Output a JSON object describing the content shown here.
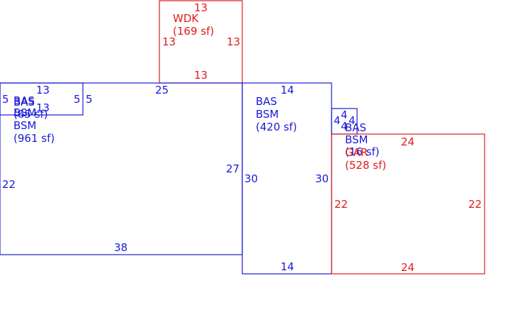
{
  "colors": {
    "living": "#1a1ad6",
    "exterior": "#e01b1b"
  },
  "areas": {
    "wdk": {
      "code": "WDK",
      "area": "(169 sf)",
      "top": "13",
      "bottom": "13",
      "left": "13",
      "right": "13"
    },
    "small_top_left": {
      "code": "BAS",
      "sub": "BSM",
      "area": "(65 sf)",
      "top": "13",
      "bottom": "13",
      "left": "5",
      "right": "5"
    },
    "main": {
      "code": "BAS",
      "sub": "BSM",
      "area": "(961 sf)",
      "top": "25",
      "bottom": "38",
      "left": "22",
      "right": "27",
      "inner_right": "5"
    },
    "middle": {
      "code": "BAS",
      "sub": "BSM",
      "area": "(420 sf)",
      "top": "14",
      "bottom": "14",
      "left": "30",
      "right": "30"
    },
    "small_right": {
      "code": "BAS",
      "sub": "BSM",
      "area": "(16 sf)",
      "top": "4",
      "bottom": "4",
      "left": "4",
      "right": "4"
    },
    "gar": {
      "code": "GAR",
      "area": "(528 sf)",
      "top": "24",
      "bottom": "24",
      "left": "22",
      "right": "22"
    }
  }
}
